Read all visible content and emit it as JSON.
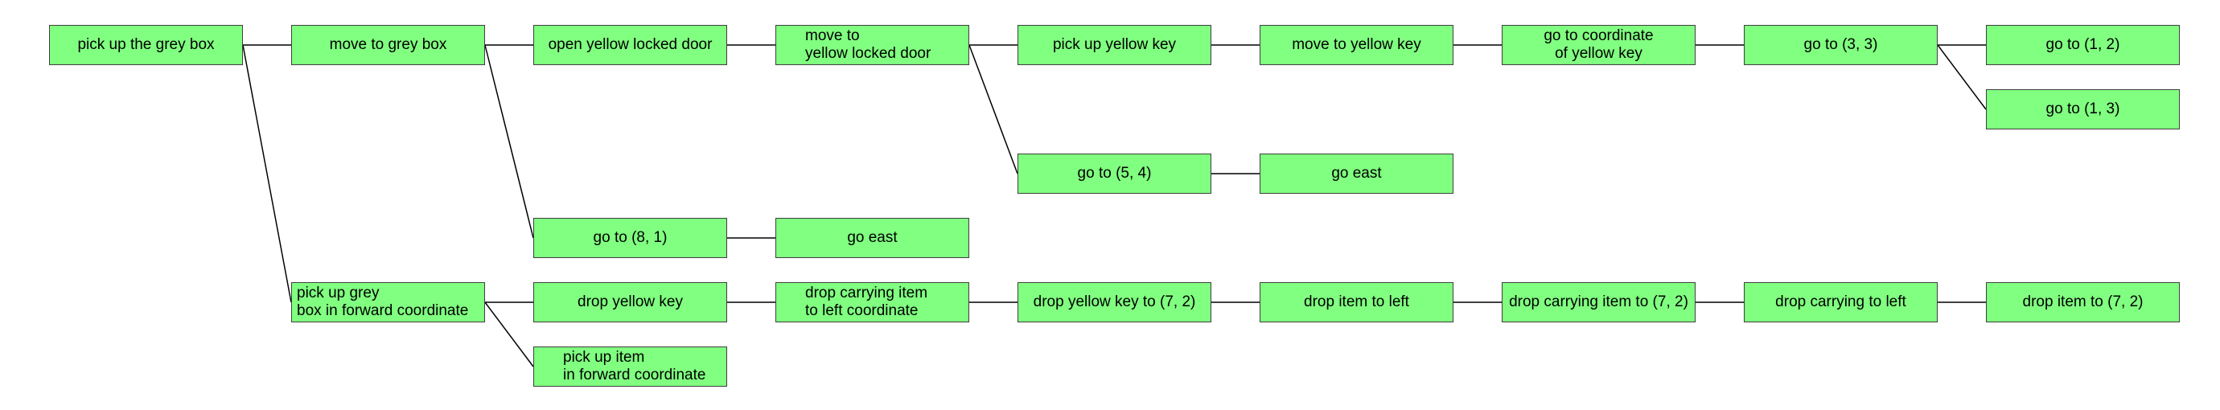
{
  "nodes": {
    "n_root": "pick up the grey box",
    "n_move_grey_box": "move to grey box",
    "n_open_yellow_door": "open yellow locked door",
    "n_move_yellow_door": "move to\nyellow locked door",
    "n_pickup_yellow_key": "pick up yellow key",
    "n_move_yellow_key": "move to yellow key",
    "n_goto_coord_yellow_key": "go to coordinate\nof yellow key",
    "n_goto_3_3": "go to (3, 3)",
    "n_goto_1_2": "go to (1, 2)",
    "n_goto_1_3": "go to (1, 3)",
    "n_goto_5_4": "go to (5, 4)",
    "n_go_east_a": "go east",
    "n_goto_8_1": "go to (8, 1)",
    "n_go_east_b": "go east",
    "n_pickup_grey_forward": "pick up grey\nbox in forward coordinate",
    "n_drop_yellow_key": "drop yellow key",
    "n_drop_carry_left_coord": "drop carrying item\nto left coordinate",
    "n_drop_yellow_key_7_2": "drop yellow key to (7, 2)",
    "n_drop_item_left": "drop item to left",
    "n_drop_carry_7_2": "drop carrying item to (7, 2)",
    "n_drop_carry_left": "drop carrying to left",
    "n_drop_item_7_2": "drop item to (7, 2)",
    "n_pickup_item_forward": "pick up item\nin forward coordinate"
  },
  "edges": [
    [
      "n_root",
      "n_move_grey_box"
    ],
    [
      "n_root",
      "n_pickup_grey_forward"
    ],
    [
      "n_move_grey_box",
      "n_open_yellow_door"
    ],
    [
      "n_move_grey_box",
      "n_goto_8_1"
    ],
    [
      "n_open_yellow_door",
      "n_move_yellow_door"
    ],
    [
      "n_move_yellow_door",
      "n_pickup_yellow_key"
    ],
    [
      "n_move_yellow_door",
      "n_goto_5_4"
    ],
    [
      "n_pickup_yellow_key",
      "n_move_yellow_key"
    ],
    [
      "n_move_yellow_key",
      "n_goto_coord_yellow_key"
    ],
    [
      "n_goto_coord_yellow_key",
      "n_goto_3_3"
    ],
    [
      "n_goto_3_3",
      "n_goto_1_2"
    ],
    [
      "n_goto_3_3",
      "n_goto_1_3"
    ],
    [
      "n_goto_5_4",
      "n_go_east_a"
    ],
    [
      "n_goto_8_1",
      "n_go_east_b"
    ],
    [
      "n_pickup_grey_forward",
      "n_drop_yellow_key"
    ],
    [
      "n_pickup_grey_forward",
      "n_pickup_item_forward"
    ],
    [
      "n_drop_yellow_key",
      "n_drop_carry_left_coord"
    ],
    [
      "n_drop_carry_left_coord",
      "n_drop_yellow_key_7_2"
    ],
    [
      "n_drop_yellow_key_7_2",
      "n_drop_item_left"
    ],
    [
      "n_drop_item_left",
      "n_drop_carry_7_2"
    ],
    [
      "n_drop_carry_7_2",
      "n_drop_carry_left"
    ],
    [
      "n_drop_carry_left",
      "n_drop_item_7_2"
    ]
  ],
  "colors": {
    "node_fill": "#80ff80",
    "node_border": "#3f3f3f",
    "edge": "#000000",
    "background": "#ffffff"
  }
}
